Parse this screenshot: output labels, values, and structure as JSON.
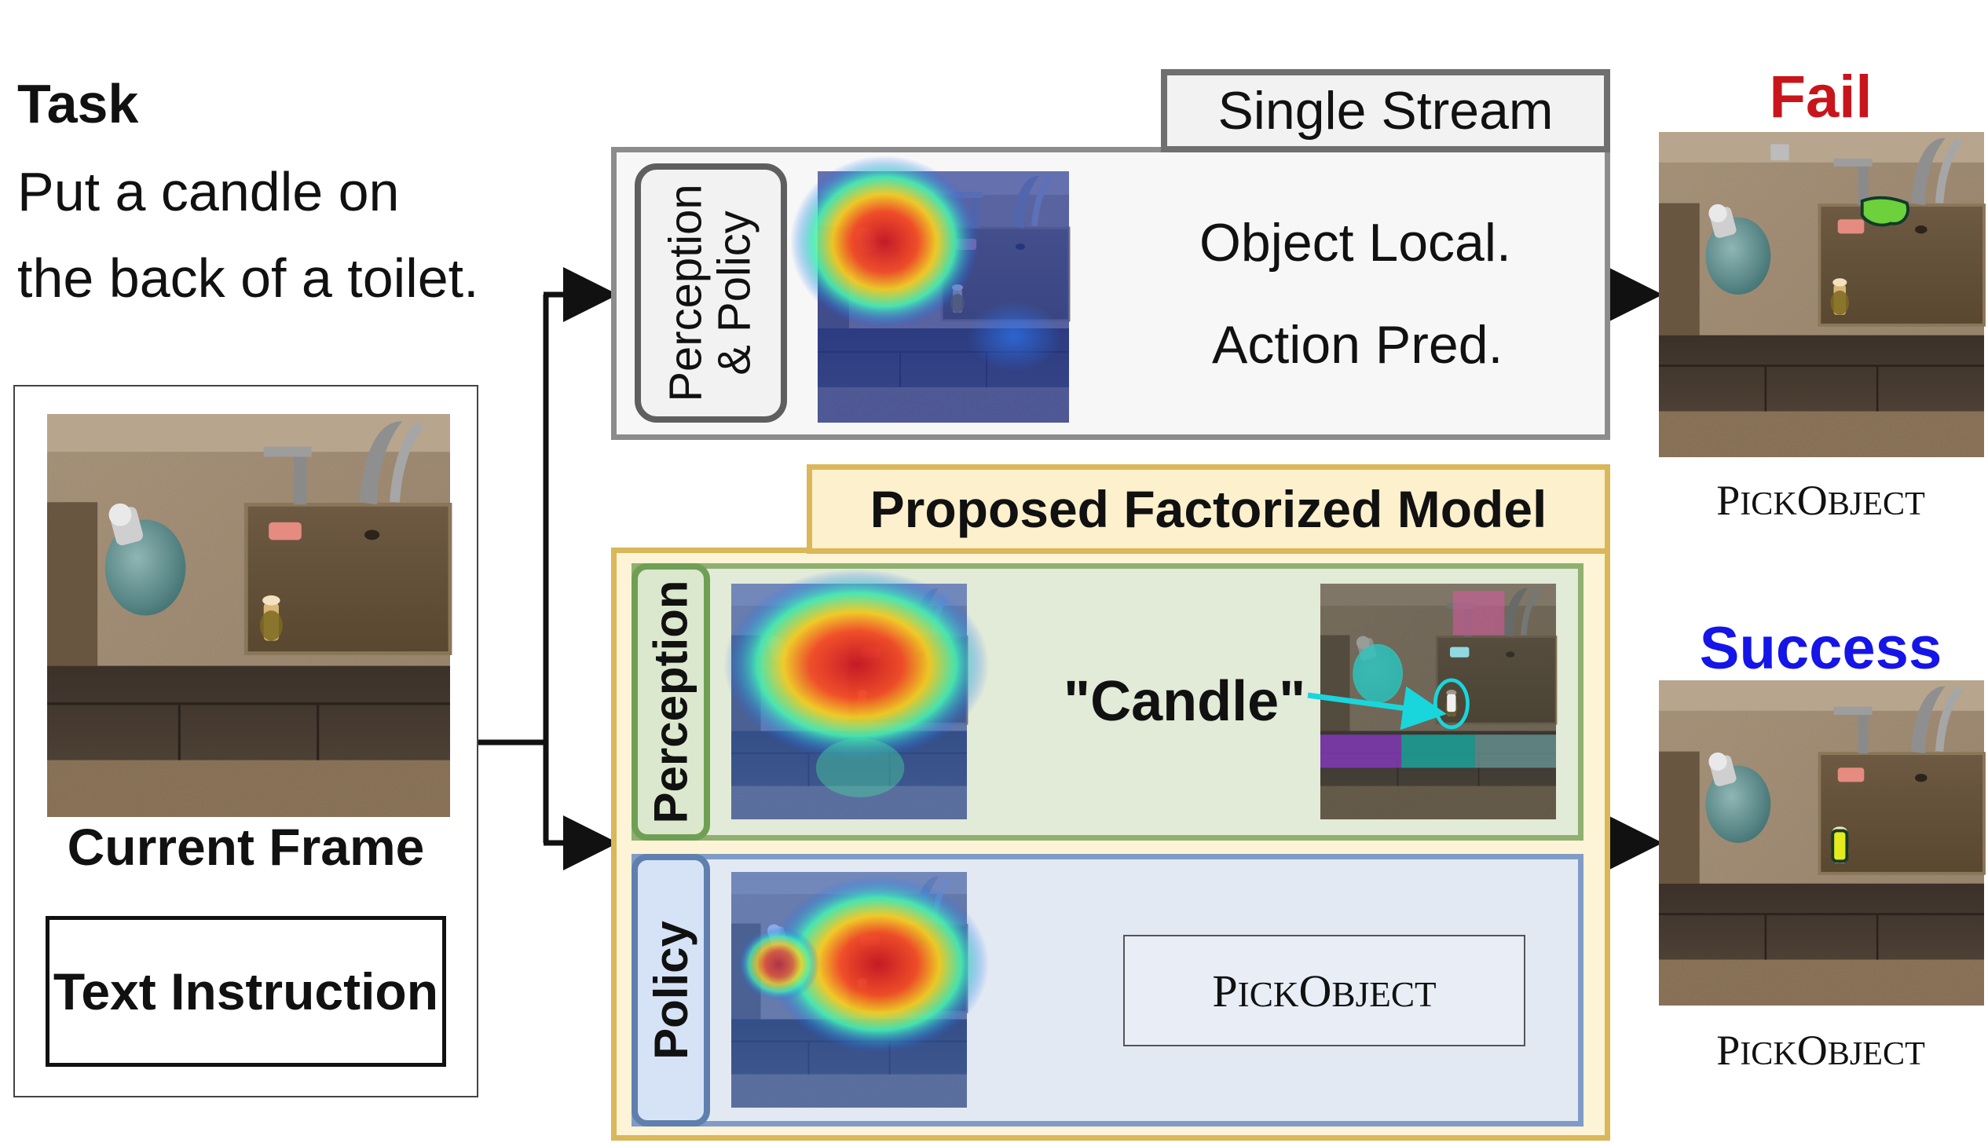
{
  "task": {
    "heading": "Task",
    "line1": "Put a candle on",
    "line2": "the back of a toilet."
  },
  "input_panel": {
    "frame_label": "Current Frame",
    "instruction_label": "Text Instruction"
  },
  "single_stream": {
    "title": "Single Stream",
    "module_label_line1": "Perception",
    "module_label_line2": "& Policy",
    "output1": "Object Local.",
    "output2": "Action Pred."
  },
  "factorized": {
    "title": "Proposed Factorized Model",
    "perception_label": "Perception",
    "perception_output": "\"Candle\"",
    "policy_label": "Policy",
    "policy_output": {
      "cap1": "P",
      "rest1": "ICK",
      "cap2": "O",
      "rest2": "BJECT"
    }
  },
  "results": {
    "fail_label": "Fail",
    "fail_action": {
      "cap1": "P",
      "rest1": "ICK",
      "cap2": "O",
      "rest2": "BJECT"
    },
    "success_label": "Success",
    "success_action": {
      "cap1": "P",
      "rest1": "ICK",
      "cap2": "O",
      "rest2": "BJECT"
    }
  },
  "colors": {
    "fail": "#c8151b",
    "success": "#1515e8",
    "single_border": "#8c8c8c",
    "single_fill": "#f7f7f7",
    "factorized_border": "#d9b75a",
    "factorized_fill": "#fdf3d6",
    "perception_border": "#8fb070",
    "perception_fill": "#e2ead8",
    "policy_border": "#7f9cc6",
    "policy_fill": "#e3e9f3",
    "policy_tab_fill": "#d6e3f7",
    "callout": "#19d6dc"
  }
}
